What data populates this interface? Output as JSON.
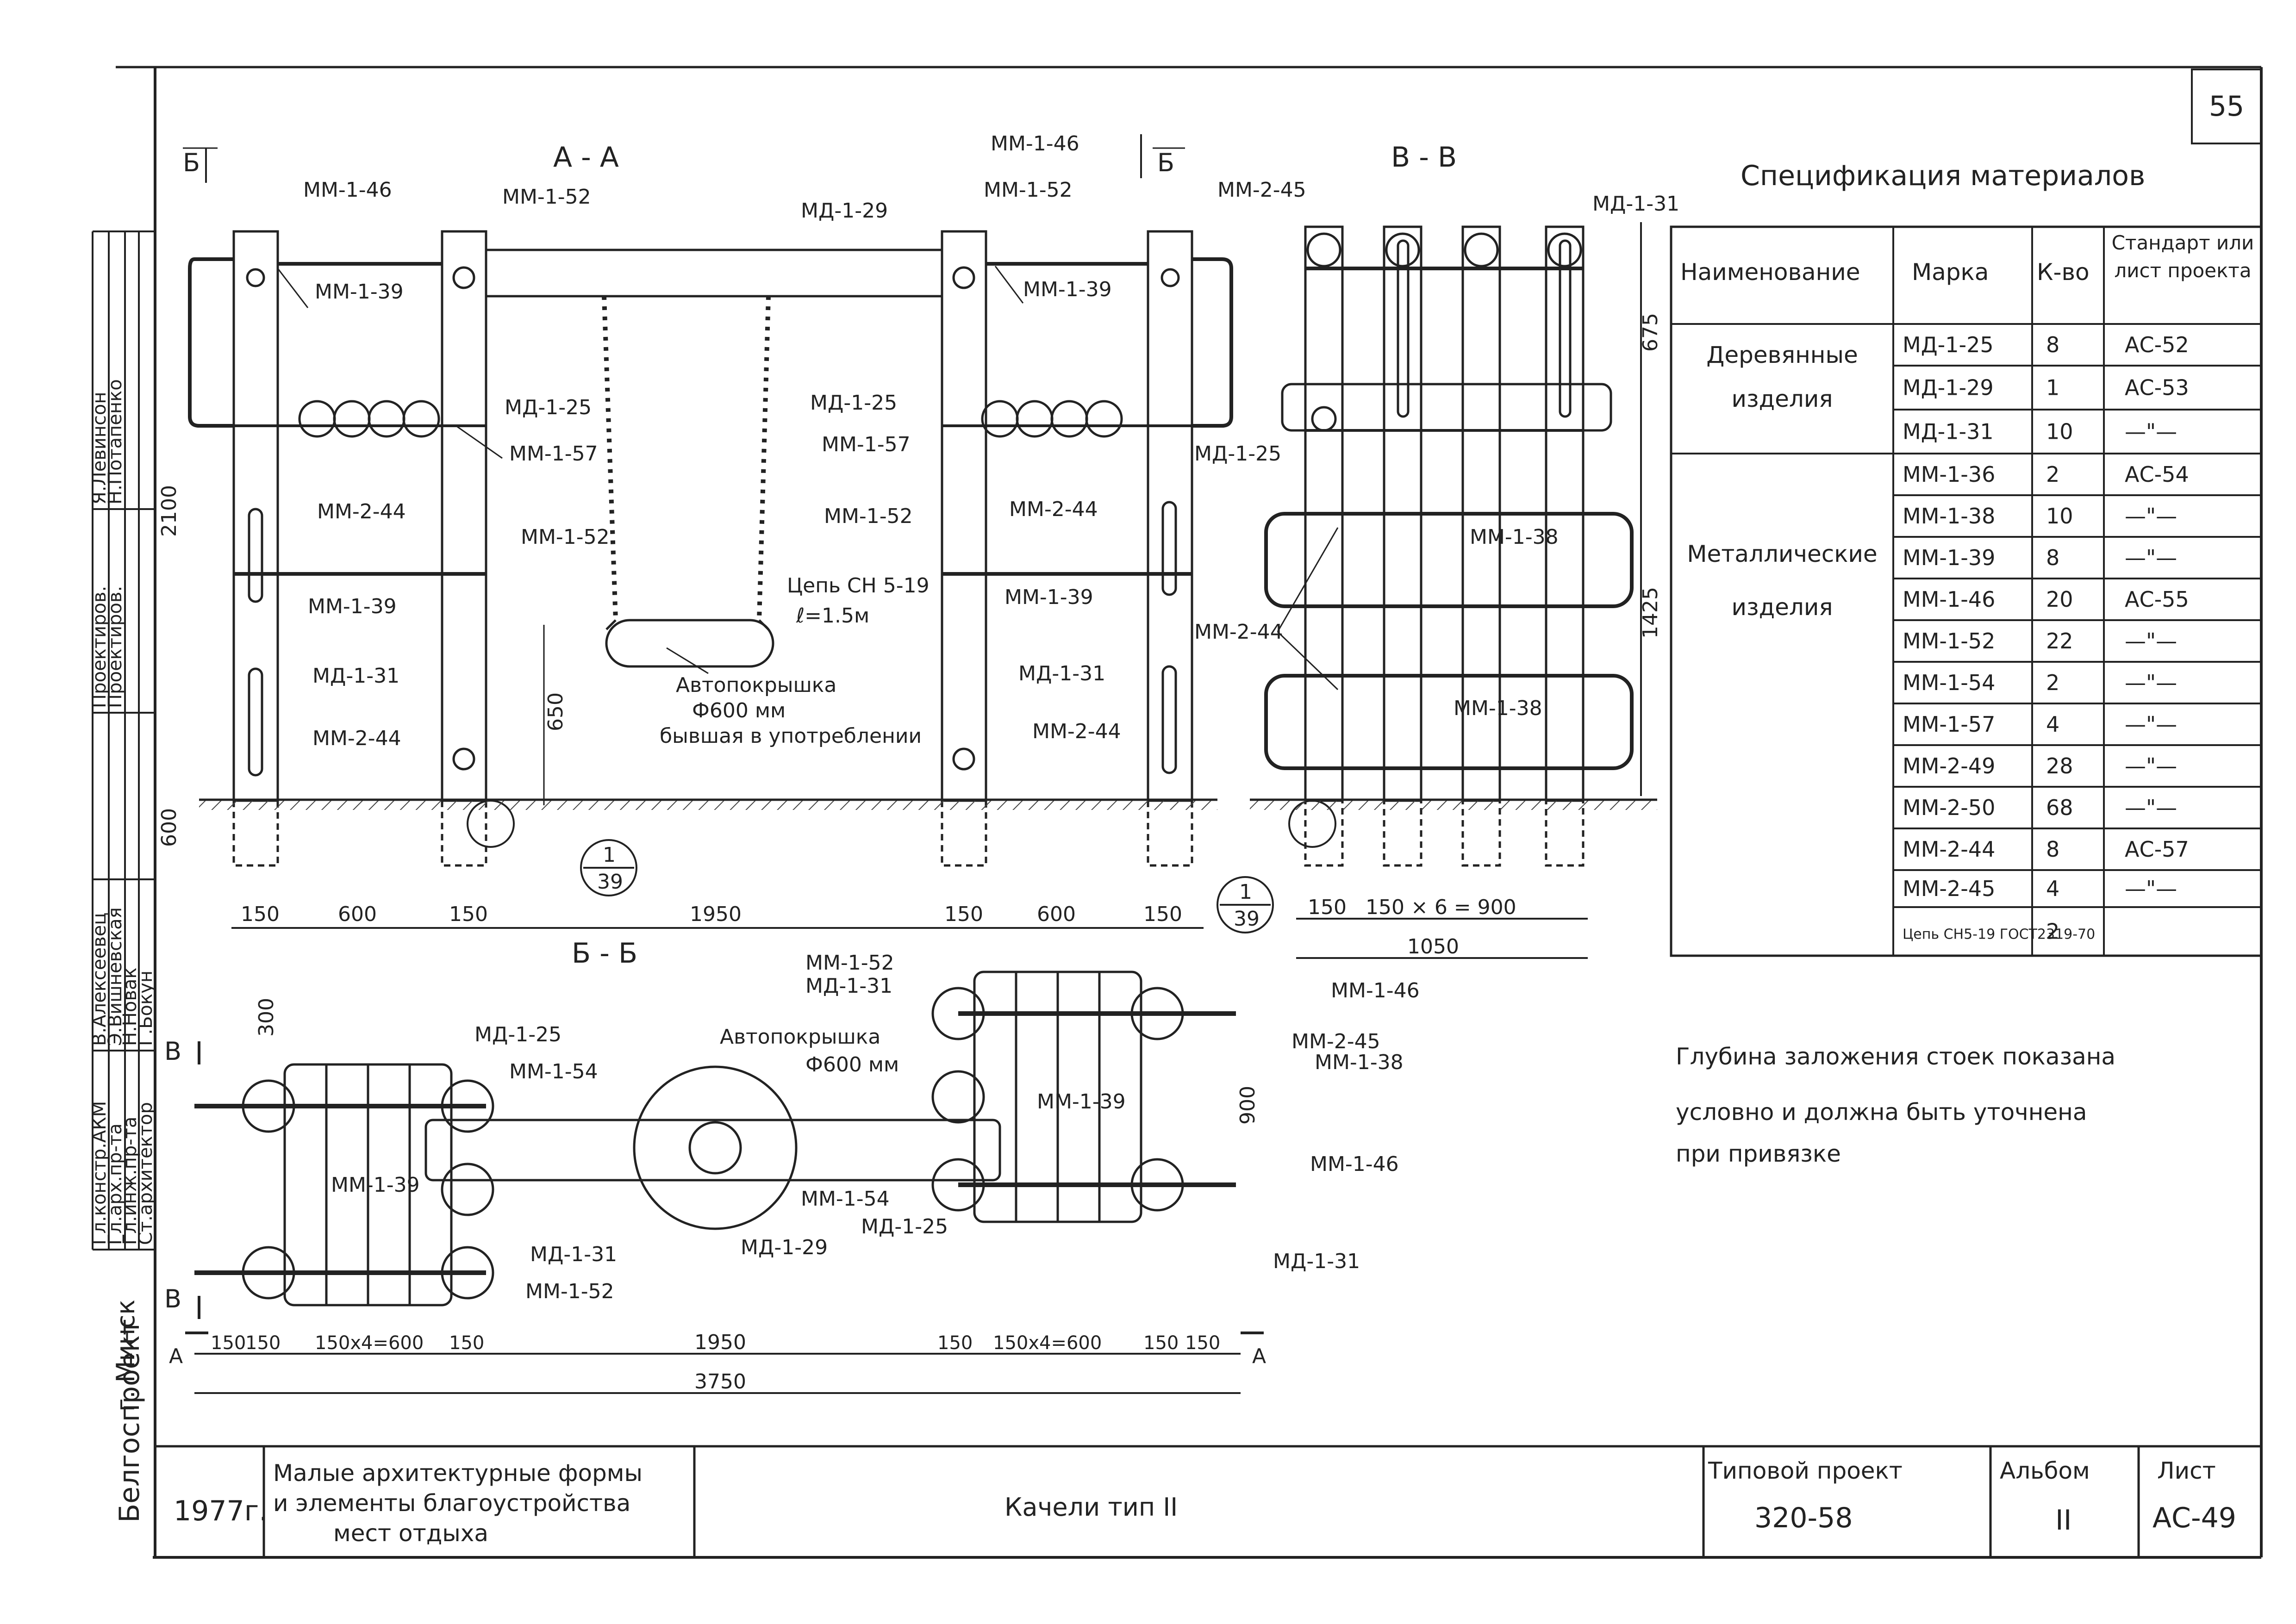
{
  "sheet_number": "55",
  "sections": {
    "aa": "А - А",
    "bb": "Б - Б",
    "vv": "В - В"
  },
  "markers": {
    "b": "Б",
    "v": "В",
    "a": "А"
  },
  "labels": {
    "mm146": "ММ-1-46",
    "mm152": "ММ-1-52",
    "md129": "МД-1-29",
    "mm245": "ММ-2-45",
    "mm139": "ММ-1-39",
    "md125": "МД-1-25",
    "mm157": "ММ-1-57",
    "mm244": "ММ-2-44",
    "md131": "МД-1-31",
    "mm138": "ММ-1-38",
    "mm154": "ММ-1-54",
    "chain1": "Цепь СН 5-19",
    "chain2": "ℓ=1.5м",
    "tire1": "Автопокрышка",
    "tire2": "Ф600 мм",
    "tire3": "бывшая в употреблении",
    "ref_top": "1",
    "ref_bot": "39"
  },
  "dims": {
    "h2100": "2100",
    "h650": "650",
    "h600": "600",
    "h675": "675",
    "h1425": "1425",
    "h300": "300",
    "h900": "900",
    "d150": "150",
    "d600": "600",
    "d1950": "1950",
    "d900": "150 × 6 = 900",
    "d1050": "1050",
    "d600b": "150х4=600",
    "d3750": "3750"
  },
  "spec": {
    "title": "Спецификация материалов",
    "headers": [
      "Наименование",
      "Марка",
      "К-во",
      "Стандарт или лист проекта"
    ],
    "group_wood": "Деревянные изделия",
    "group_metal": "Металлические изделия",
    "rows": [
      {
        "mark": "МД-1-25",
        "qty": "8",
        "std": "АС-52"
      },
      {
        "mark": "МД-1-29",
        "qty": "1",
        "std": "АС-53"
      },
      {
        "mark": "МД-1-31",
        "qty": "10",
        "std": "—\"—"
      },
      {
        "mark": "ММ-1-36",
        "qty": "2",
        "std": "АС-54"
      },
      {
        "mark": "ММ-1-38",
        "qty": "10",
        "std": "—\"—"
      },
      {
        "mark": "ММ-1-39",
        "qty": "8",
        "std": "—\"—"
      },
      {
        "mark": "ММ-1-46",
        "qty": "20",
        "std": "АС-55"
      },
      {
        "mark": "ММ-1-52",
        "qty": "22",
        "std": "—\"—"
      },
      {
        "mark": "ММ-1-54",
        "qty": "2",
        "std": "—\"—"
      },
      {
        "mark": "ММ-1-57",
        "qty": "4",
        "std": "—\"—"
      },
      {
        "mark": "ММ-2-49",
        "qty": "28",
        "std": "—\"—"
      },
      {
        "mark": "ММ-2-50",
        "qty": "68",
        "std": "—\"—"
      },
      {
        "mark": "ММ-2-44",
        "qty": "8",
        "std": "АС-57"
      },
      {
        "mark": "ММ-2-45",
        "qty": "4",
        "std": "—\"—"
      },
      {
        "mark": "Цепь СН5-19 ГОСТ2319-70",
        "qty": "2",
        "std": ""
      }
    ]
  },
  "note": [
    "Глубина заложения стоек показана",
    "условно и должна быть уточнена",
    "при привязке"
  ],
  "left_strip": {
    "org": "Белгоспроект",
    "city": "г. Минск",
    "roles": [
      "Гл.констр.АКМ",
      "Гл.арх.пр-та",
      "Гл.инж.пр-та",
      "Ст.архитектор"
    ],
    "names": [
      "В.Алексеевец",
      "Э.Вишневская",
      "Н.Новак",
      "Г.Бокун"
    ],
    "roles2": [
      "Проектиров.",
      "Проектиров."
    ],
    "names2": [
      "Я.Левинсон",
      "Н.Потапенко"
    ]
  },
  "title_block": {
    "year": "1977г.",
    "project_desc": [
      "Малые архитектурные формы",
      "и элементы благоустройства",
      "мест отдыха"
    ],
    "drawing_title": "Качели тип II",
    "typical_label": "Типовой проект",
    "typical_value": "320-58",
    "album_label": "Альбом",
    "album_value": "II",
    "sheet_label": "Лист",
    "sheet_value": "АС-49"
  }
}
